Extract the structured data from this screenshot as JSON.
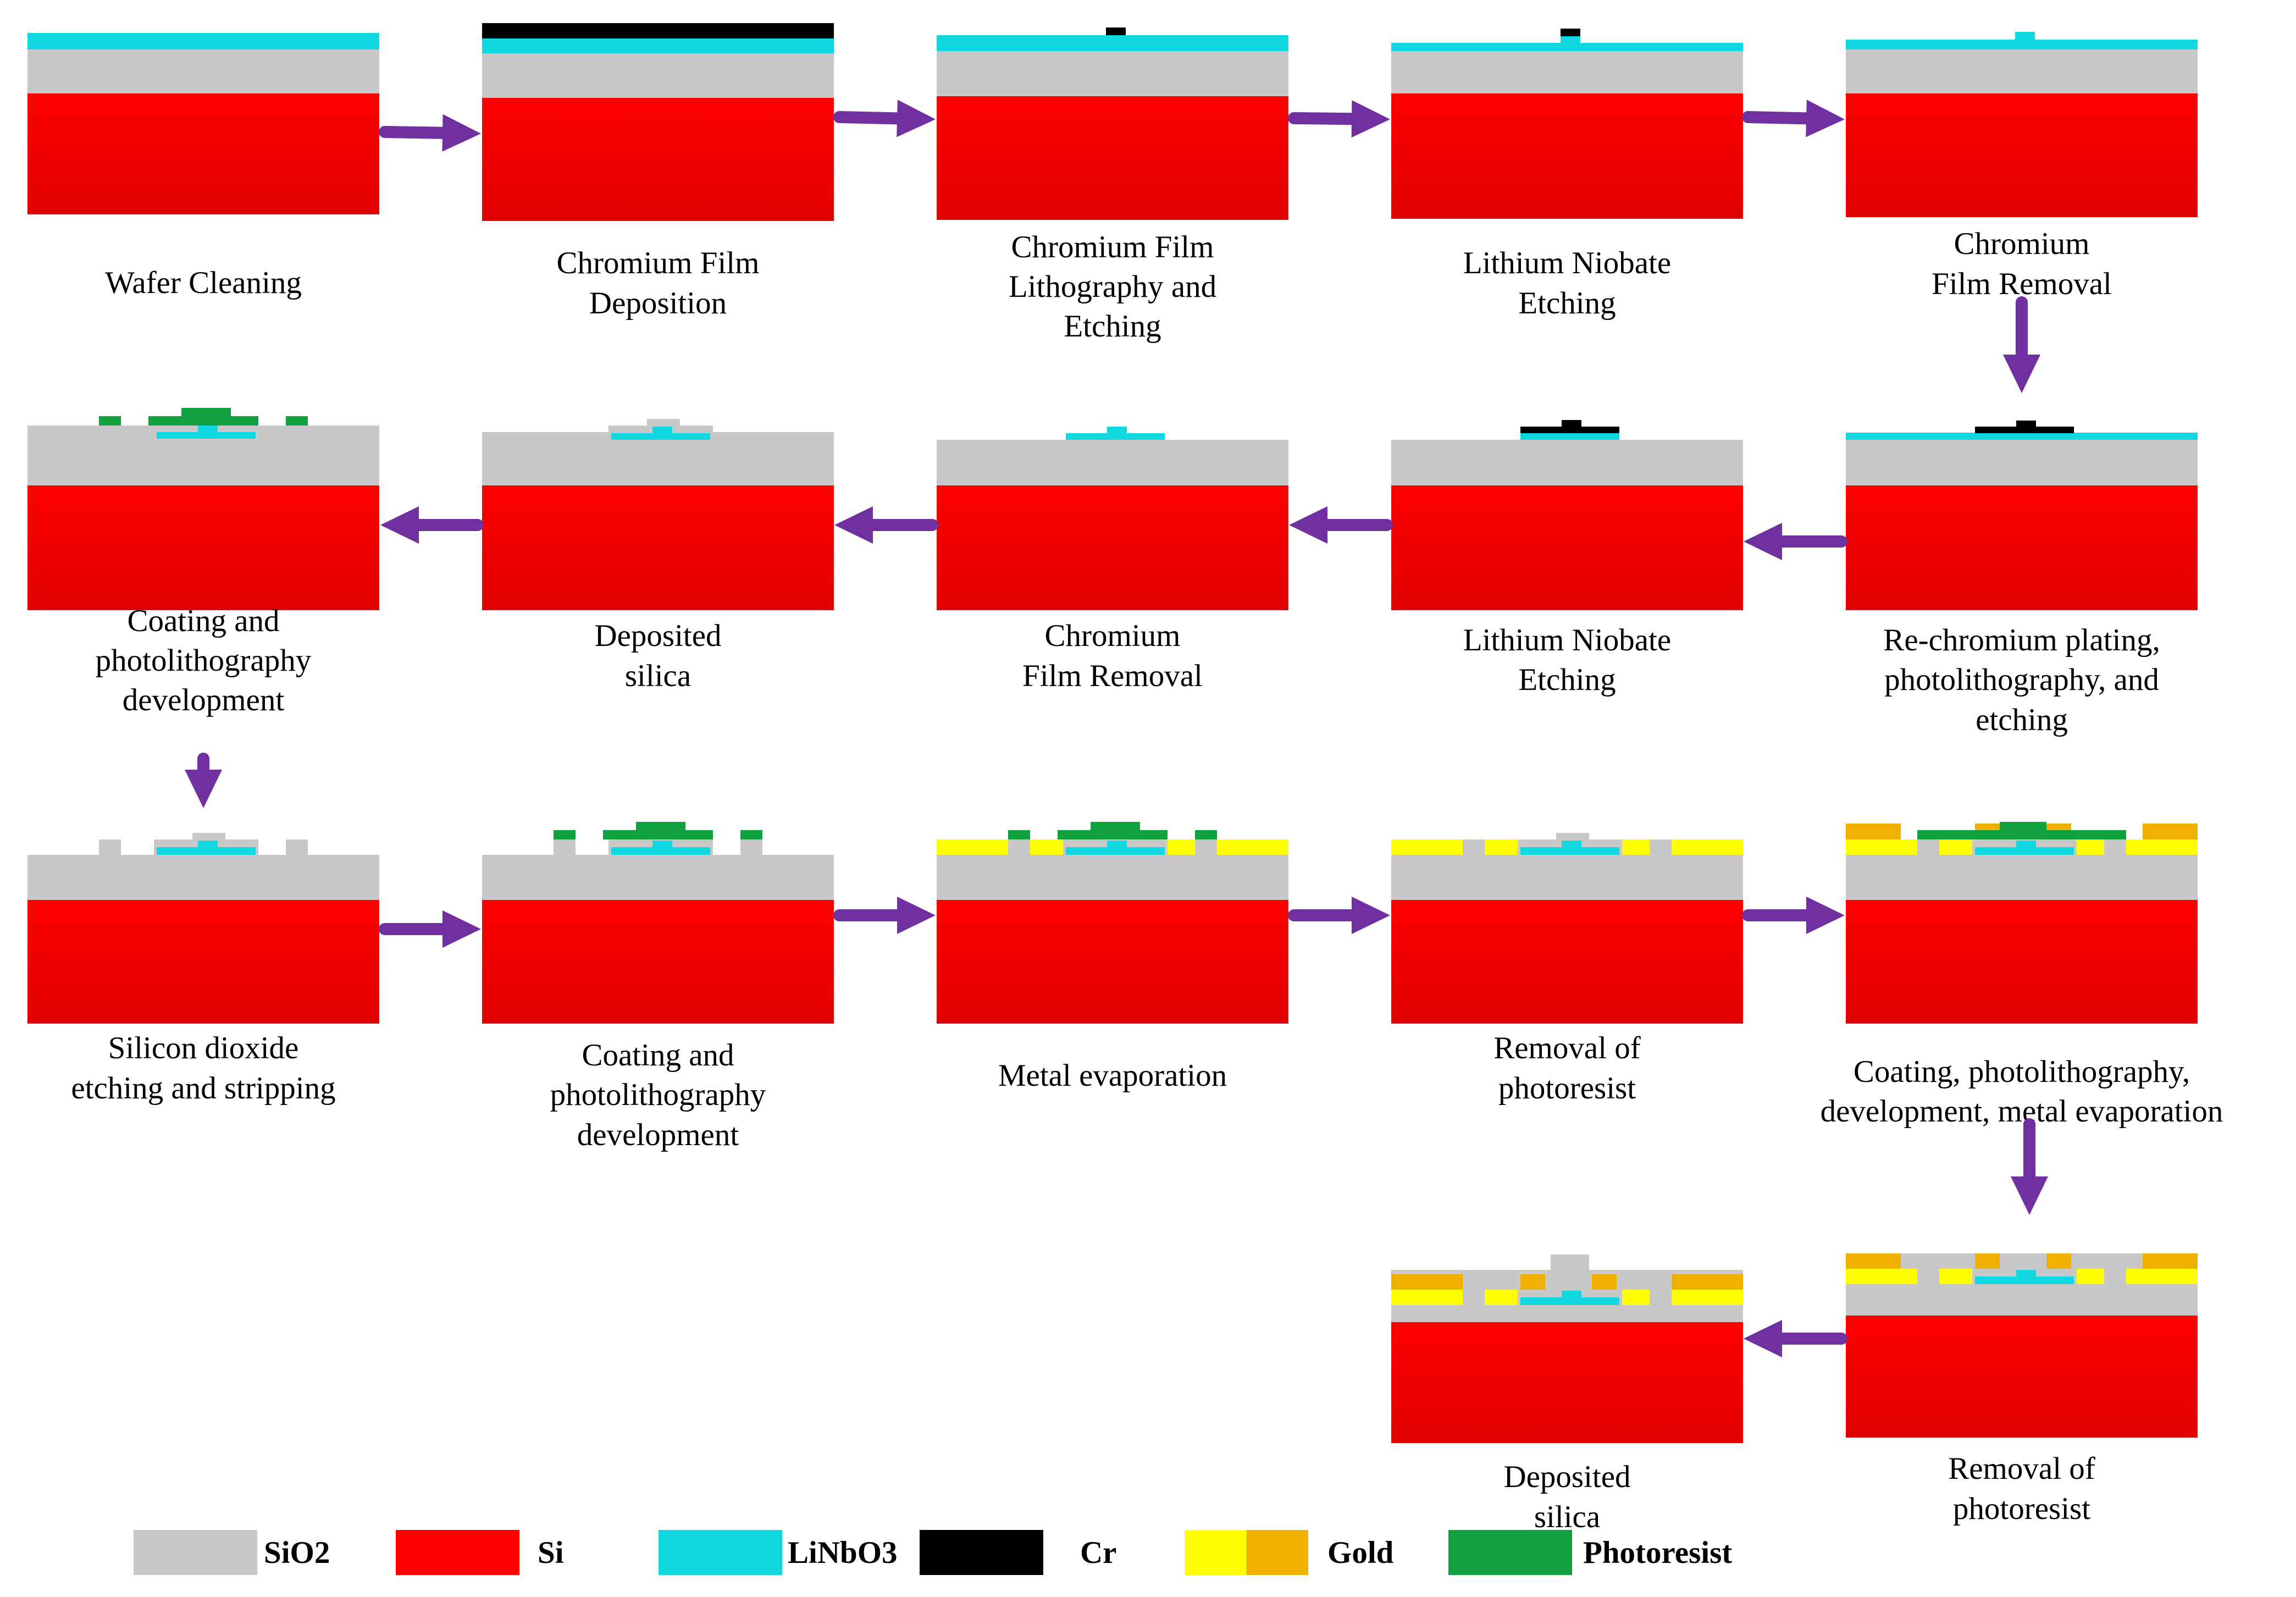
{
  "colors": {
    "sio2": "#c8c8c8",
    "si_top": "#ff0000",
    "si_bottom": "#e00000",
    "linbo3": "#10d8e0",
    "cr": "#000000",
    "gold_yellow": "#ffff00",
    "gold_orange": "#f0b000",
    "photoresist": "#10a040",
    "arrow": "#7030a0"
  },
  "steps": [
    {
      "id": "s1",
      "caption": [
        "Wafer Cleaning"
      ]
    },
    {
      "id": "s2",
      "caption": [
        "Chromium Film",
        "Deposition"
      ]
    },
    {
      "id": "s3",
      "caption": [
        "Chromium Film",
        "Lithography and",
        "Etching"
      ]
    },
    {
      "id": "s4",
      "caption": [
        "Lithium Niobate",
        "Etching"
      ]
    },
    {
      "id": "s5",
      "caption": [
        "Chromium",
        "Film Removal"
      ]
    },
    {
      "id": "s6",
      "caption": [
        "Re-chromium plating,",
        "photolithography, and",
        "etching"
      ]
    },
    {
      "id": "s7",
      "caption": [
        "Lithium Niobate",
        "Etching"
      ]
    },
    {
      "id": "s8",
      "caption": [
        "Chromium",
        "Film Removal"
      ]
    },
    {
      "id": "s9",
      "caption": [
        "Deposited",
        "silica"
      ]
    },
    {
      "id": "s10",
      "caption": [
        "Coating and",
        "photolithography",
        "development"
      ]
    },
    {
      "id": "s11",
      "caption": [
        "Silicon dioxide",
        "etching and stripping"
      ]
    },
    {
      "id": "s12",
      "caption": [
        "Coating and",
        "photolithography",
        "development"
      ]
    },
    {
      "id": "s13",
      "caption": [
        "Metal evaporation"
      ]
    },
    {
      "id": "s14",
      "caption": [
        "Removal of",
        "photoresist"
      ]
    },
    {
      "id": "s15",
      "caption": [
        "Coating, photolithography,",
        "development, metal evaporation"
      ]
    },
    {
      "id": "s16",
      "caption": [
        "Removal of",
        "photoresist"
      ]
    },
    {
      "id": "s17",
      "caption": [
        "Deposited",
        "silica"
      ]
    }
  ],
  "legend": [
    {
      "label": "SiO2",
      "swatches": [
        "sio2"
      ]
    },
    {
      "label": "Si",
      "swatches": [
        "si_top"
      ]
    },
    {
      "label": "LiNbO3",
      "swatches": [
        "linbo3"
      ]
    },
    {
      "label": "Cr",
      "swatches": [
        "cr"
      ]
    },
    {
      "label": "Gold",
      "swatches": [
        "gold_yellow",
        "gold_orange"
      ]
    },
    {
      "label": "Photoresist",
      "swatches": [
        "photoresist"
      ]
    }
  ]
}
